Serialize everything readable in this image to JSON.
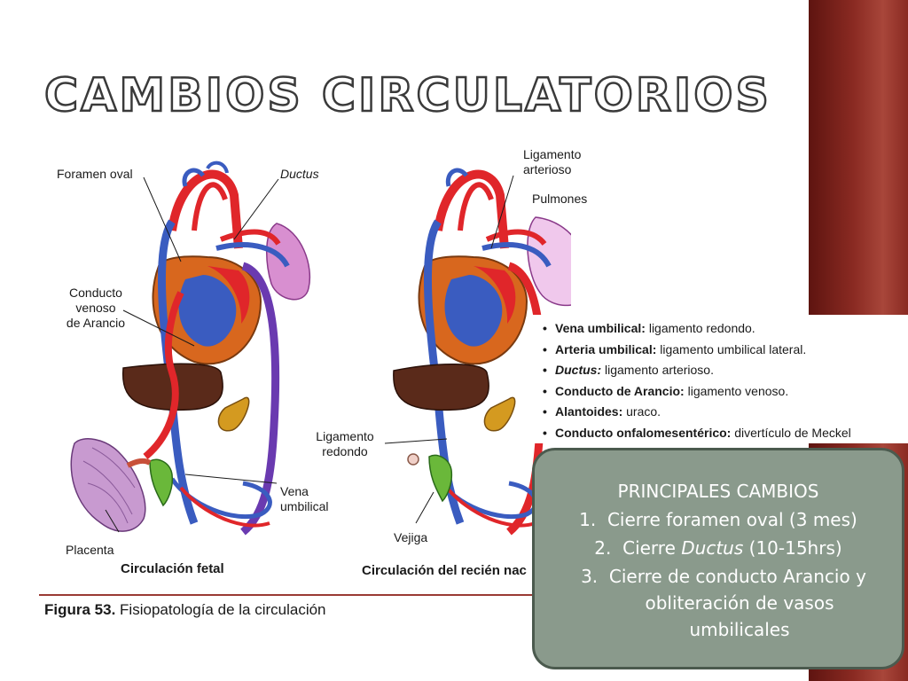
{
  "slide": {
    "title": "CAMBIOS CIRCULATORIOS",
    "colors": {
      "accent_bar": "#8a2a22",
      "box_fill": "#8a9a8c",
      "box_border": "#4b5a4e",
      "artery_red": "#e0262a",
      "vein_blue": "#3a5cc0"
    }
  },
  "figure": {
    "labels": {
      "foramen_oval": "Foramen oval",
      "ductus": "Ductus",
      "conducto_venoso_1": "Conducto",
      "conducto_venoso_2": "venoso",
      "conducto_venoso_3": "de Arancio",
      "placenta": "Placenta",
      "vena_umbilical_1": "Vena",
      "vena_umbilical_2": "umbilical",
      "ligamento_redondo_1": "Ligamento",
      "ligamento_redondo_2": "redondo",
      "ligamento_arterioso_1": "Ligamento",
      "ligamento_arterioso_2": "arterioso",
      "pulmones": "Pulmones",
      "vejiga": "Vejiga"
    },
    "fetal_caption": "Circulación fetal",
    "newborn_caption": "Circulación del recién nac",
    "figure_number": "Figura 53.",
    "figure_title": "Fisiopatología de la circulación"
  },
  "changes": [
    {
      "term": "Vena umbilical:",
      "desc": "ligamento redondo."
    },
    {
      "term": "Arteria umbilical:",
      "desc": "ligamento umbilical lateral."
    },
    {
      "term": "Ductus:",
      "desc": "ligamento arterioso."
    },
    {
      "term": "Conducto de Arancio:",
      "desc": "ligamento venoso."
    },
    {
      "term": "Alantoides:",
      "desc": "uraco."
    },
    {
      "term": "Conducto onfalomesentérico:",
      "desc": "divertículo de Meckel"
    }
  ],
  "summary": {
    "title": "PRINCIPALES CAMBIOS",
    "item1_num": "1.",
    "item1": "Cierre foramen oval (3 mes)",
    "item2_num": "2.",
    "item2_pre": "Cierre",
    "item2_em": "Ductus",
    "item2_post": "(10-15hrs)",
    "item3_num": "3.",
    "item3_line1": "Cierre de conducto Arancio y",
    "item3_line2": "obliteración de vasos",
    "item3_line3": "umbilicales"
  }
}
